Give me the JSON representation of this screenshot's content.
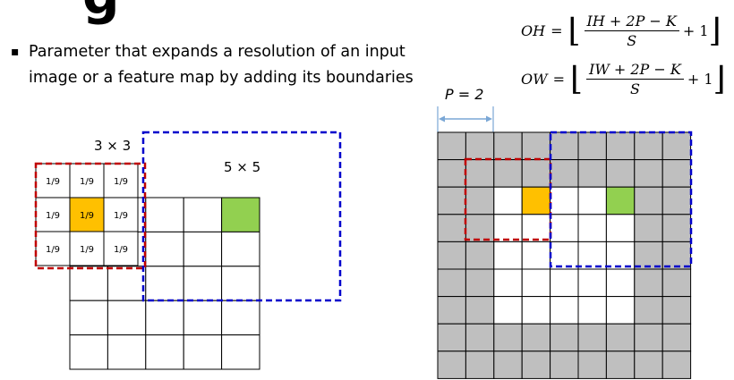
{
  "title_fragment": "g",
  "bullet_text": "Parameter that expands a resolution of an input image or a feature map by adding its boundaries",
  "formulas": [
    {
      "lhs": "OH",
      "numerator": "IH + 2P − K",
      "denominator": "S",
      "plus": "+ 1"
    },
    {
      "lhs": "OW",
      "numerator": "IW + 2P − K",
      "denominator": "S",
      "plus": "+ 1"
    }
  ],
  "left_diagram": {
    "kernel_label": "3 × 3",
    "input_label": "5 × 5",
    "kernel_values": [
      [
        "1/9",
        "1/9",
        "1/9"
      ],
      [
        "1/9",
        "1/9",
        "1/9"
      ],
      [
        "1/9",
        "1/9",
        "1/9"
      ]
    ]
  },
  "right_diagram": {
    "padding_label": "P = 2",
    "grid_size": 9,
    "padding": 2
  },
  "colors": {
    "kernel_box": "#c00000",
    "input_box": "#0000cc",
    "center_cell": "#ffc000",
    "target_cell": "#92d050",
    "pad_cell": "#bfbfbf",
    "arrow": "#7aa7d6"
  }
}
